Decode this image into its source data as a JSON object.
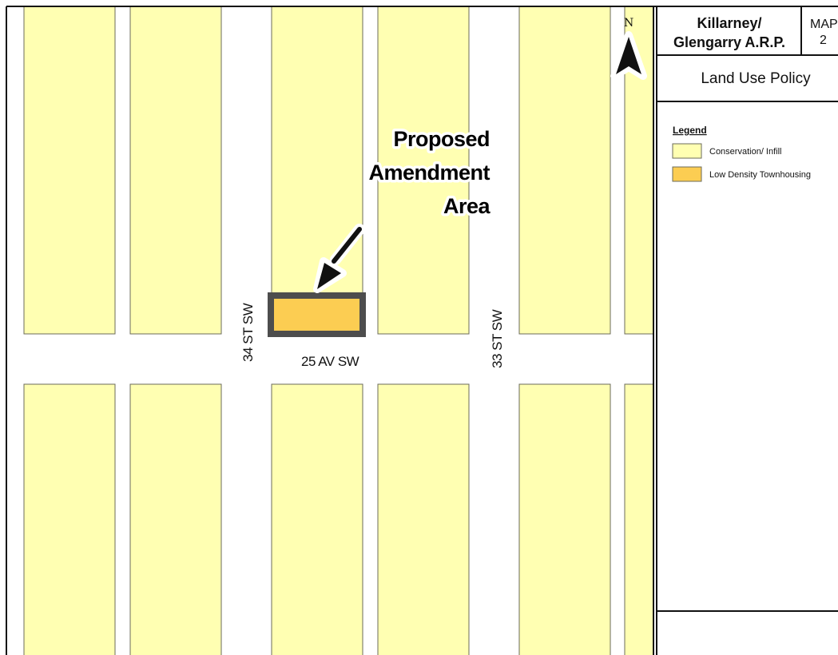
{
  "map": {
    "colors": {
      "conservation_infill": "#FFFFB2",
      "low_density_townhousing": "#FCCD52",
      "parcel_stroke": "#6b6b5a",
      "amendment_border": "#4d4d4d",
      "street": "#ffffff",
      "frame": "#111111"
    },
    "streets": {
      "avenue": "25 AV SW",
      "west_street": "34 ST SW",
      "east_street": "33 ST SW"
    },
    "callout": {
      "line1": "Proposed",
      "line2": "Amendment",
      "line3": "Area"
    },
    "north_arrow": {
      "letter": "N",
      "icon": "north-arrow-icon"
    }
  },
  "title_block": {
    "title_line1": "Killarney/",
    "title_line2": "Glengarry A.R.P.",
    "map_label": "MAP",
    "map_number": "2",
    "subtitle": "Land Use Policy"
  },
  "legend": {
    "title": "Legend",
    "items": [
      {
        "label": "Conservation/ Infill",
        "color": "#FFFFB2"
      },
      {
        "label": "Low Density Townhousing",
        "color": "#FCCD52"
      }
    ]
  }
}
